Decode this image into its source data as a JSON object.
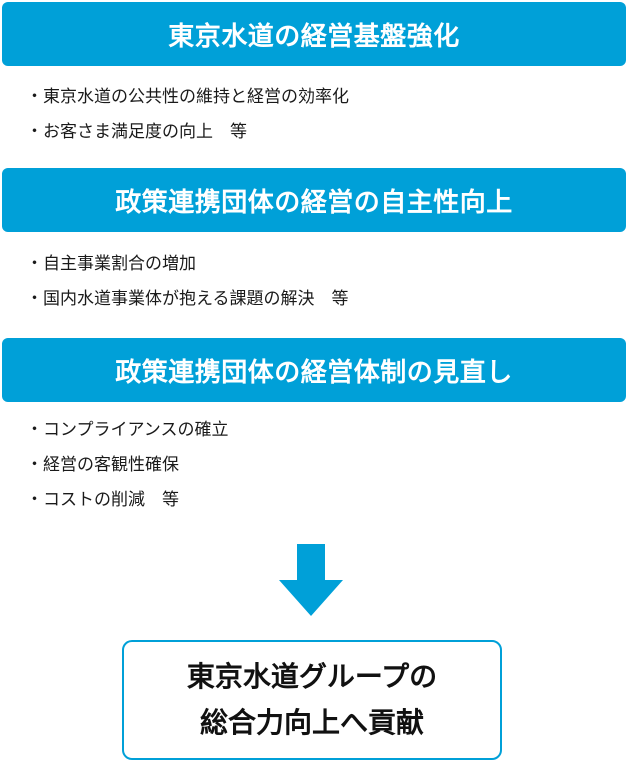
{
  "sections": [
    {
      "title": "東京水道の経営基盤強化",
      "items": [
        "東京水道の公共性の維持と経営の効率化",
        "お客さま満足度の向上　等"
      ]
    },
    {
      "title": "政策連携団体の経営の自主性向上",
      "items": [
        "自主事業割合の増加",
        "国内水道事業体が抱える課題の解決　等"
      ]
    },
    {
      "title": "政策連携団体の経営体制の見直し",
      "items": [
        "コンプライアンスの確立",
        "経営の客観性確保",
        "コストの削減　等"
      ]
    }
  ],
  "result": {
    "line1": "東京水道グループの",
    "line2": "総合力向上へ貢献"
  },
  "colors": {
    "accent": "#00a0d8",
    "text": "#1a1a1a"
  },
  "icons": {
    "arrow": "arrow-down-icon"
  }
}
